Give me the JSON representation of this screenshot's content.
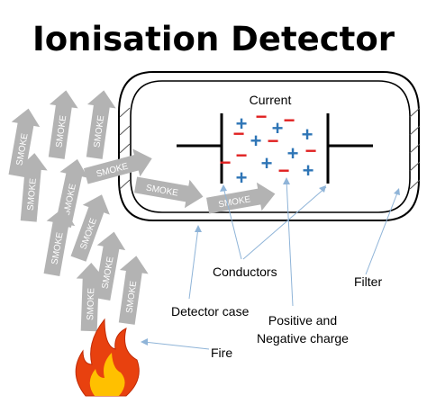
{
  "title": "Ionisation Detector",
  "labels": {
    "current": "Current",
    "conductors": "Conductors",
    "filter": "Filter",
    "detector_case": "Detector case",
    "charge_line1": "Positive and",
    "charge_line2": "Negative charge",
    "fire": "Fire"
  },
  "smoke_arrow_text": "SMOKE",
  "colors": {
    "text": "#000000",
    "smoke_arrow": "#b3b3b3",
    "smoke_text": "#ffffff",
    "positive": "#2e75b6",
    "negative": "#e02020",
    "leader": "#8fb4d8",
    "fire_outer": "#e8410f",
    "fire_inner": "#ffc000"
  },
  "charges": {
    "positive_symbol": "+",
    "negative_symbol": "−"
  }
}
